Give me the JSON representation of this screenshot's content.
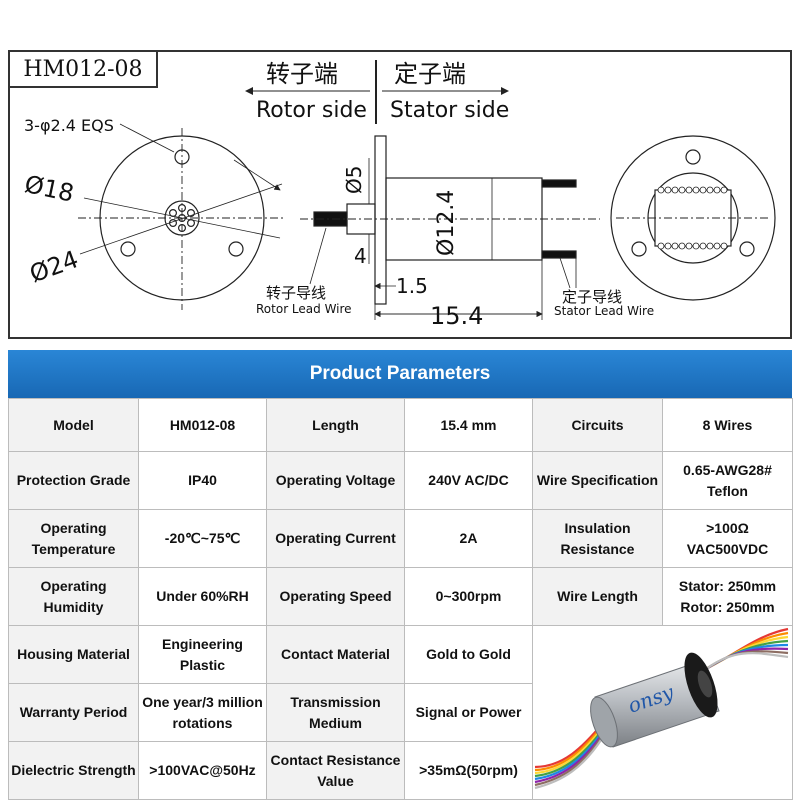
{
  "drawing": {
    "model": "HM012-08",
    "rotor_cn": "转子端",
    "stator_cn": "定子端",
    "rotor_en": "Rotor side",
    "stator_en": "Stator side",
    "hole_note": "3-φ2.4 EQS",
    "dia_18": "Ø18",
    "dia_24": "Ø24",
    "dia_5": "Ø5",
    "dia_12_4": "Ø12.4",
    "dim_4": "4",
    "dim_1_5": "1.5",
    "dim_15_4": "15.4",
    "rotor_lead_cn": "转子导线",
    "rotor_lead_en": "Rotor Lead Wire",
    "stator_lead_cn": "定子导线",
    "stator_lead_en": "Stator Lead Wire"
  },
  "table": {
    "title": "Product Parameters",
    "rows": [
      [
        {
          "l": "Model"
        },
        {
          "v": "HM012-08"
        },
        {
          "l": "Length"
        },
        {
          "v": "15.4 mm"
        },
        {
          "l": "Circuits"
        },
        {
          "v": "8 Wires"
        }
      ],
      [
        {
          "l": "Protection Grade"
        },
        {
          "v": "IP40"
        },
        {
          "l": "Operating Voltage"
        },
        {
          "v": "240V AC/DC"
        },
        {
          "l": "Wire Specification"
        },
        {
          "v": "0.65-AWG28# Teflon"
        }
      ],
      [
        {
          "l": "Operating Temperature"
        },
        {
          "v": "-20℃~75℃"
        },
        {
          "l": "Operating Current"
        },
        {
          "v": "2A"
        },
        {
          "l": "Insulation Resistance"
        },
        {
          "v": ">100Ω VAC500VDC"
        }
      ],
      [
        {
          "l": "Operating Humidity"
        },
        {
          "v": "Under 60%RH"
        },
        {
          "l": "Operating Speed"
        },
        {
          "v": "0~300rpm"
        },
        {
          "l": "Wire Length"
        },
        {
          "v": "Stator: 250mm Rotor: 250mm"
        }
      ],
      [
        {
          "l": "Housing Material"
        },
        {
          "v": "Engineering Plastic"
        },
        {
          "l": "Contact Material"
        },
        {
          "v": "Gold to Gold"
        }
      ],
      [
        {
          "l": "Warranty Period"
        },
        {
          "v": "One year/3 million rotations"
        },
        {
          "l": "Transmission Medium"
        },
        {
          "v": "Signal or Power"
        }
      ],
      [
        {
          "l": "Dielectric Strength"
        },
        {
          "v": ">100VAC@50Hz"
        },
        {
          "l": "Contact Resistance Value"
        },
        {
          "v": ">35mΩ(50rpm)"
        }
      ]
    ]
  },
  "photo": {
    "brand_partial": "onsy",
    "colors": {
      "body": "#b9bdc2",
      "flange": "#1a1a1a",
      "wire_palette": [
        "#e53935",
        "#fb8c00",
        "#fdd835",
        "#43a047",
        "#1e88e5",
        "#8e24aa",
        "#8d6e63",
        "#bdbdbd"
      ]
    }
  },
  "colors": {
    "title_bar": "#1e73be",
    "label_bg": "#f2f2f2",
    "border": "#bcbcbc"
  }
}
